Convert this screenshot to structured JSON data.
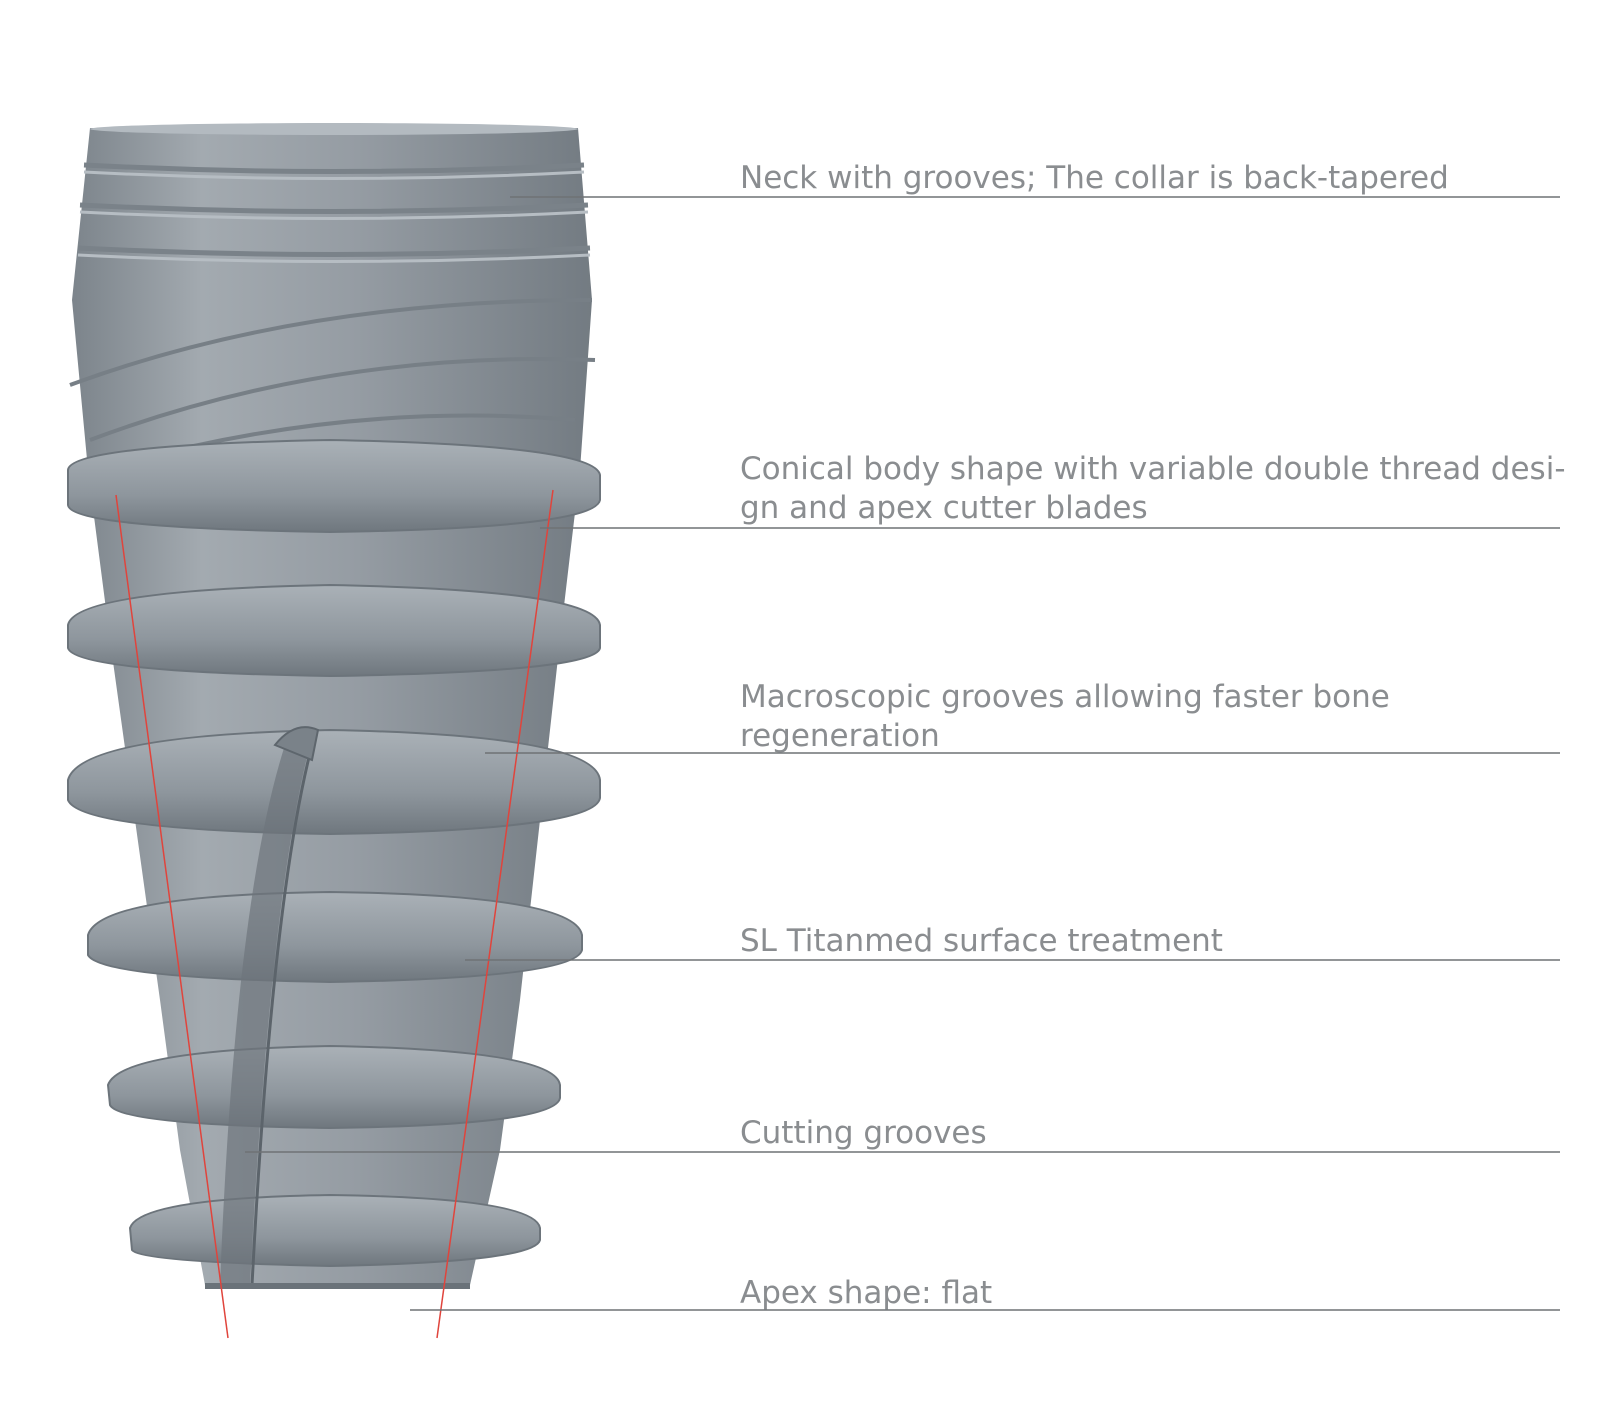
{
  "colors": {
    "background": "#ffffff",
    "implant_body": "#8f979e",
    "implant_light": "#aeb5bb",
    "implant_dark": "#727a81",
    "leader_line": "#6f7275",
    "label_text": "#8a8d90",
    "taper_line": "#e0443c"
  },
  "annotations": [
    {
      "id": "neck",
      "lines": [
        "Neck with grooves; The collar is back-tapered"
      ]
    },
    {
      "id": "body",
      "lines": [
        "Conical body shape with variable double thread desi-",
        "gn and apex cutter blades"
      ]
    },
    {
      "id": "macro",
      "lines": [
        "Macroscopic grooves allowing faster bone",
        "regeneration"
      ]
    },
    {
      "id": "surface",
      "lines": [
        "SL Titanmed surface treatment"
      ]
    },
    {
      "id": "cutting",
      "lines": [
        "Cutting grooves"
      ]
    },
    {
      "id": "apex",
      "lines": [
        "Apex shape: flat"
      ]
    }
  ]
}
